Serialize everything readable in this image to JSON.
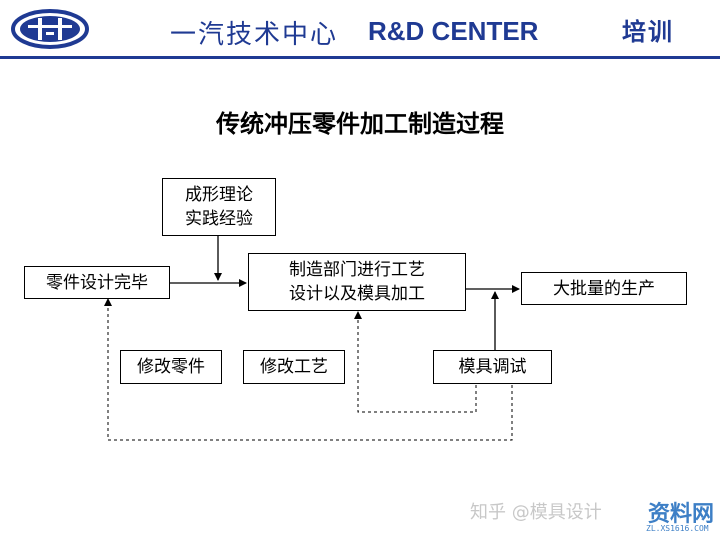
{
  "header": {
    "title_cn": "一汽技术中心",
    "title_en": "R&D CENTER",
    "right_label": "培训"
  },
  "page": {
    "title": "传统冲压零件加工制造过程"
  },
  "diagram": {
    "boxes": {
      "theory": {
        "lines": [
          "成形理论",
          "实践经验"
        ]
      },
      "part_design_done": {
        "lines": [
          "零件设计完毕"
        ]
      },
      "manufacturing": {
        "lines": [
          "制造部门进行工艺",
          "设计以及模具加工"
        ]
      },
      "mass_production": {
        "lines": [
          "大批量的生产"
        ]
      },
      "modify_part": {
        "lines": [
          "修改零件"
        ]
      },
      "modify_process": {
        "lines": [
          "修改工艺"
        ]
      },
      "die_tryout": {
        "lines": [
          "模具调试"
        ]
      }
    }
  },
  "watermark": {
    "text": "知乎 @模具设计",
    "logo_text": "资料网",
    "url_text": "ZL.XS1616.COM"
  },
  "colors": {
    "brand_blue": "#1f3a93",
    "line": "#000000",
    "watermark_blue": "#3d7fc6"
  }
}
